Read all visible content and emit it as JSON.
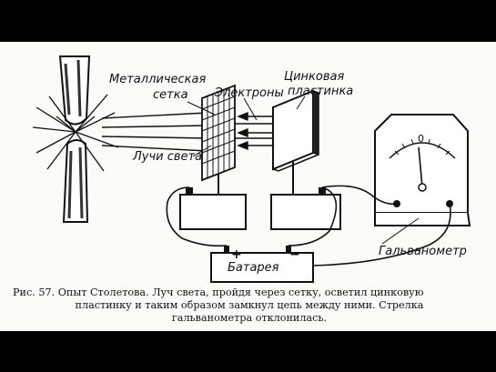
{
  "figure": {
    "labels": {
      "grid": [
        "Металлическая",
        "сетка"
      ],
      "electrons": "Электроны",
      "zinc_plate": [
        "Цинковая",
        "пластинка"
      ],
      "light_rays": "Лучи света",
      "battery": "Батарея",
      "galvanometer": "Гальванометр",
      "plus": "+",
      "minus": "−",
      "scale_zero": "0"
    },
    "caption": {
      "line1": "Рис. 57. Опыт Столетова. Луч света, пройдя через сетку, осветил цинковую",
      "line2": "пластинку и таким образом замкнул цепь между ними. Стрелка",
      "line3": "гальванометра отклонилась."
    }
  }
}
